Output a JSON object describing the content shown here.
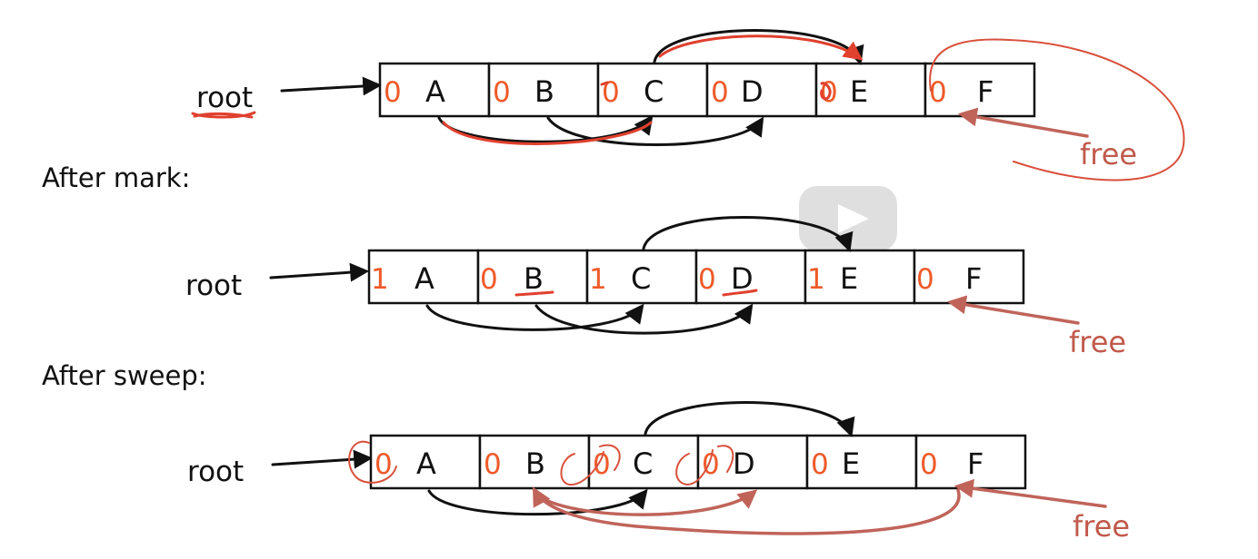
{
  "labels": {
    "root": "root",
    "after_mark": "After mark:",
    "after_sweep": "After sweep:",
    "free": "free"
  },
  "rows": [
    {
      "cells": [
        {
          "bit": "0",
          "letter": "A"
        },
        {
          "bit": "0",
          "letter": "B"
        },
        {
          "bit": "0",
          "letter": "C"
        },
        {
          "bit": "0",
          "letter": "D"
        },
        {
          "bit": "0",
          "letter": "E"
        },
        {
          "bit": "0",
          "letter": "F"
        }
      ]
    },
    {
      "cells": [
        {
          "bit": "1",
          "letter": "A"
        },
        {
          "bit": "0",
          "letter": "B"
        },
        {
          "bit": "1",
          "letter": "C"
        },
        {
          "bit": "0",
          "letter": "D"
        },
        {
          "bit": "1",
          "letter": "E"
        },
        {
          "bit": "0",
          "letter": "F"
        }
      ]
    },
    {
      "cells": [
        {
          "bit": "0",
          "letter": "A"
        },
        {
          "bit": "0",
          "letter": "B"
        },
        {
          "bit": "0",
          "letter": "C"
        },
        {
          "bit": "0",
          "letter": "D"
        },
        {
          "bit": "0",
          "letter": "E"
        },
        {
          "bit": "0",
          "letter": "F"
        }
      ]
    }
  ],
  "colors": {
    "mark_bits": "#ee5a2a",
    "annotation_red": "#e0402e",
    "free_pointer": "#c05a4c"
  },
  "icons": {
    "video_overlay": "play-icon"
  }
}
